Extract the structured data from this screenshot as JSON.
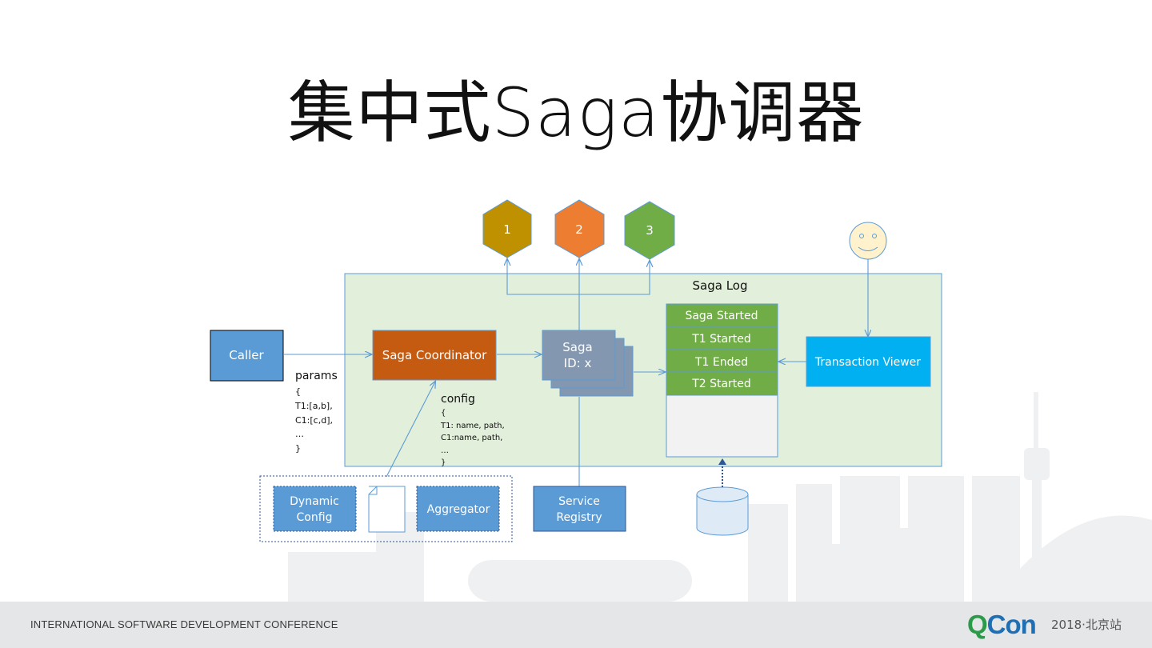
{
  "slide": {
    "title": "集中式Saga协调器"
  },
  "diagram": {
    "hexagons": [
      {
        "label": "1",
        "color": "#bf9000"
      },
      {
        "label": "2",
        "color": "#ed7d31"
      },
      {
        "label": "3",
        "color": "#70ad47"
      }
    ],
    "saga_log_label": "Saga Log",
    "caller_label": "Caller",
    "coordinator_label": "Saga Coordinator",
    "saga_instance": {
      "line1": "Saga",
      "line2": "ID: x"
    },
    "log_entries": [
      "Saga Started",
      "T1 Started",
      "T1 Ended",
      "T2 Started"
    ],
    "transaction_viewer_label": "Transaction Viewer",
    "params_block": {
      "heading": "params",
      "lines": [
        "{",
        "T1:[a,b],",
        "C1:[c,d],",
        "…",
        "}"
      ]
    },
    "config_block": {
      "heading": "config",
      "lines": [
        "{",
        "T1: name, path,",
        "C1:name, path,",
        "…",
        "}"
      ]
    },
    "dynamic_config": {
      "line1": "Dynamic",
      "line2": "Config"
    },
    "aggregator_label": "Aggregator",
    "service_registry": {
      "line1": "Service",
      "line2": "Registry"
    },
    "colors": {
      "saga_log_bg": "#e2efda",
      "blue_box": "#5b9bd5",
      "coordinator": "#c55a11",
      "saga_grey": "#8497b0",
      "log_green": "#70ad47",
      "viewer_cyan": "#00b0f0",
      "arrow": "#5b9bd5"
    }
  },
  "footer": {
    "left_text": "INTERNATIONAL SOFTWARE DEVELOPMENT CONFERENCE",
    "logo_q": "Q",
    "logo_con": "Con",
    "edition": "2018·北京站"
  }
}
